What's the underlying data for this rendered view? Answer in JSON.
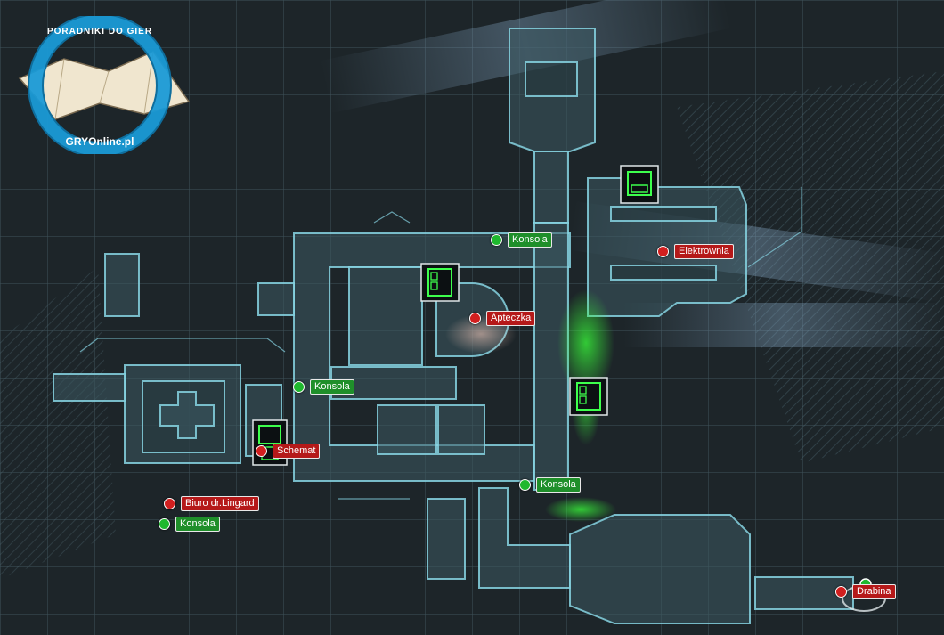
{
  "logo": {
    "top_text": "PORADNIKI DO GIER",
    "brand_text": "GRYOnline.pl"
  },
  "map_markers": {
    "konsola_top": "Konsola",
    "konsola_mid": "Konsola",
    "konsola_right": "Konsola",
    "konsola_left": "Konsola",
    "elektrownia": "Elektrownia",
    "apteczka": "Apteczka",
    "schemat": "Schemat",
    "biuro": "Biuro dr.Lingard",
    "drabina": "Drabina"
  },
  "colors": {
    "point_of_interest": "#b51919",
    "console": "#1f8f2a",
    "map_lines": "#7fd0e0"
  }
}
